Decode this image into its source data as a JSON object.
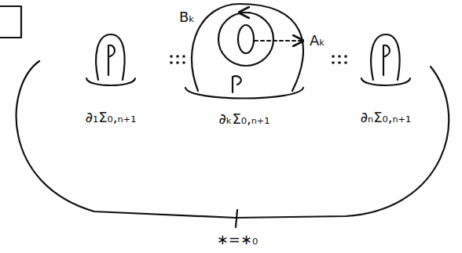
{
  "diagram": {
    "labels": [
      "Bₖ",
      "Aₖ",
      "∂₁Σ₀,ₙ₊₁",
      "∂ₖΣ₀,ₙ₊₁",
      "∂ₙΣ₀,ₙ₊₁",
      "∗=∗₀"
    ]
  }
}
